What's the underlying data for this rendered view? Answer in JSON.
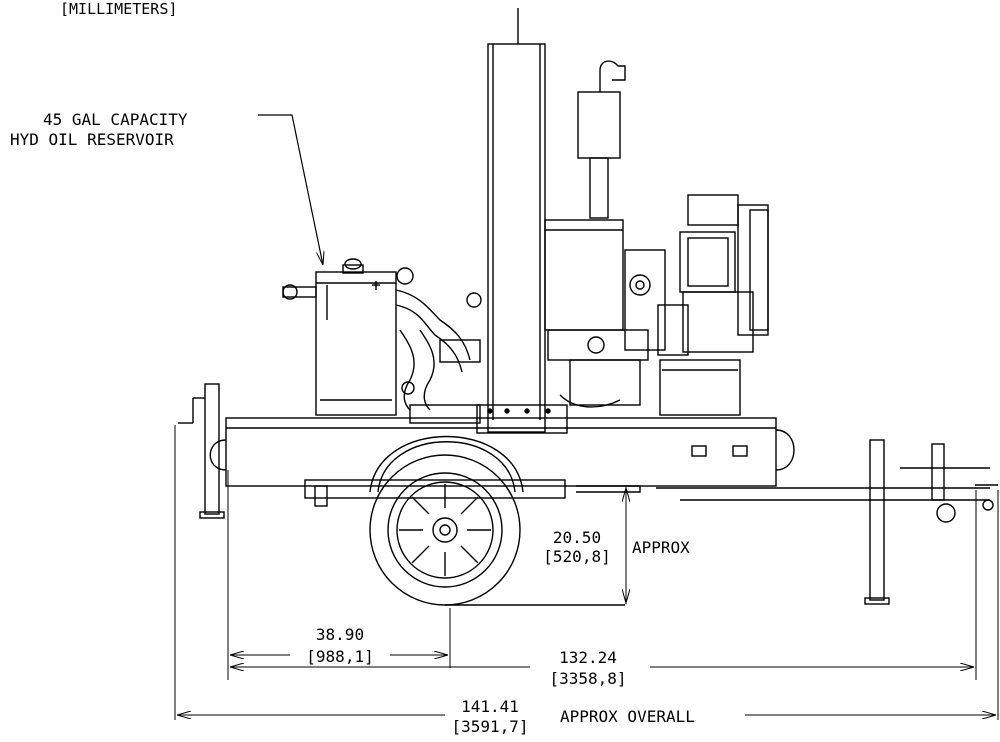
{
  "header": {
    "units_note": "[MILLIMETERS]"
  },
  "callouts": {
    "reservoir_line1": "45 GAL CAPACITY",
    "reservoir_line2": "HYD OIL RESERVOIR"
  },
  "dimensions": {
    "ground_clearance": {
      "imperial": "20.50",
      "metric": "[520,8]",
      "note": "APPROX"
    },
    "axle_to_rear": {
      "imperial": "38.90",
      "metric": "[988,1]"
    },
    "frame_length": {
      "imperial": "132.24",
      "metric": "[3358,8]"
    },
    "overall_length": {
      "imperial": "141.41",
      "metric": "[3591,7]",
      "note": "APPROX OVERALL"
    }
  },
  "colors": {
    "line": "#000000",
    "background": "#ffffff"
  }
}
